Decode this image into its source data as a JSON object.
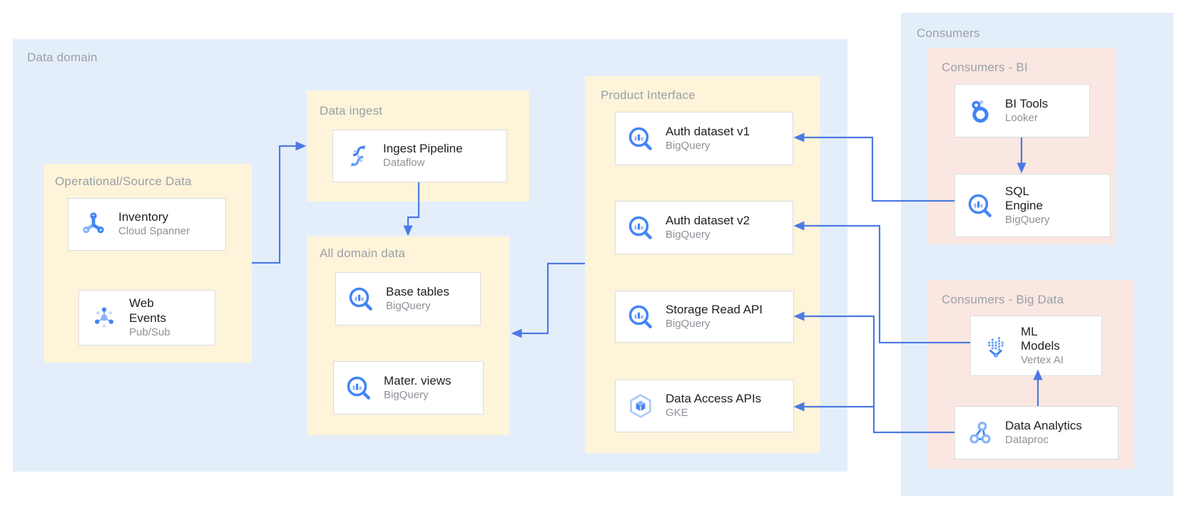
{
  "palette": {
    "container_bg": "#e4eefb",
    "group_yellow": "#fdf4da",
    "group_pink": "#fae7e2",
    "card_border": "#dadce0",
    "arrow_blue": "#4d7ae2",
    "label_gray": "#9aa0a6",
    "title_dark": "#212124",
    "subtitle_gray": "#8d9297",
    "icon_blue": "#4285f4",
    "icon_light_blue": "#a1c2fa"
  },
  "containers": {
    "data_domain": {
      "label": "Data domain"
    },
    "consumers": {
      "label": "Consumers"
    }
  },
  "groups": {
    "operational": {
      "label": "Operational/Source Data"
    },
    "data_ingest": {
      "label": "Data ingest"
    },
    "all_domain": {
      "label": "All domain data"
    },
    "product_interface": {
      "label": "Product Interface"
    },
    "consumers_bi": {
      "label": "Consumers - BI"
    },
    "consumers_big_data": {
      "label": "Consumers - Big Data"
    }
  },
  "nodes": {
    "inventory": {
      "title": "Inventory",
      "subtitle": "Cloud Spanner",
      "icon": "cloud-spanner-icon"
    },
    "web_events": {
      "title": "Web Events",
      "subtitle": "Pub/Sub",
      "icon": "pubsub-icon"
    },
    "ingest_pipeline": {
      "title": "Ingest Pipeline",
      "subtitle": "Dataflow",
      "icon": "dataflow-icon"
    },
    "base_tables": {
      "title": "Base tables",
      "subtitle": "BigQuery",
      "icon": "bigquery-icon"
    },
    "mater_views": {
      "title": "Mater. views",
      "subtitle": "BigQuery",
      "icon": "bigquery-icon"
    },
    "auth_dataset_v1": {
      "title": "Auth dataset v1",
      "subtitle": "BigQuery",
      "icon": "bigquery-icon"
    },
    "auth_dataset_v2": {
      "title": "Auth dataset v2",
      "subtitle": "BigQuery",
      "icon": "bigquery-icon"
    },
    "storage_read_api": {
      "title": "Storage Read API",
      "subtitle": "BigQuery",
      "icon": "bigquery-icon"
    },
    "data_access_apis": {
      "title": "Data Access APIs",
      "subtitle": "GKE",
      "icon": "gke-icon"
    },
    "bi_tools": {
      "title": "BI Tools",
      "subtitle": "Looker",
      "icon": "looker-icon"
    },
    "sql_engine": {
      "title": "SQL Engine",
      "subtitle": "BigQuery",
      "icon": "bigquery-icon"
    },
    "ml_models": {
      "title": "ML Models",
      "subtitle": "Vertex AI",
      "icon": "vertex-ai-icon"
    },
    "data_analytics": {
      "title": "Data Analytics",
      "subtitle": "Dataproc",
      "icon": "dataproc-icon"
    }
  },
  "edges": [
    {
      "from": "operational_source_data",
      "to": "ingest_pipeline"
    },
    {
      "from": "ingest_pipeline",
      "to": "all_domain_data"
    },
    {
      "from": "product_interface",
      "to": "all_domain_data"
    },
    {
      "from": "sql_engine",
      "to": "auth_dataset_v1"
    },
    {
      "from": "ml_models",
      "to": "auth_dataset_v2"
    },
    {
      "from": "data_analytics",
      "to": "storage_read_api"
    },
    {
      "from": "data_analytics",
      "to": "data_access_apis"
    },
    {
      "from": "bi_tools",
      "to": "sql_engine"
    },
    {
      "from": "data_analytics",
      "to": "ml_models"
    }
  ]
}
